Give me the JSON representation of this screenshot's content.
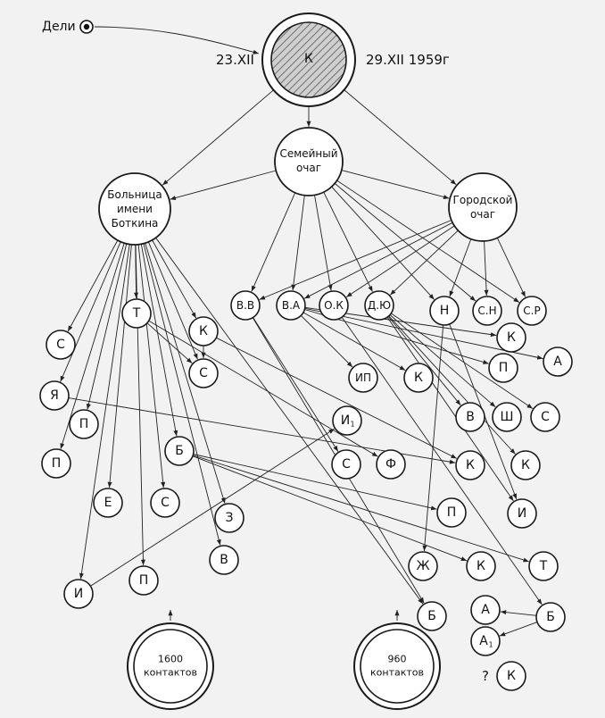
{
  "source_label": "Дели",
  "date_start": "23.XII",
  "date_end": "29.XII 1959г",
  "question_mark": "?",
  "hubs": [
    {
      "id": "k",
      "label": "К"
    },
    {
      "id": "family",
      "lines": [
        "Семейный",
        "очаг"
      ]
    },
    {
      "id": "hospital",
      "lines": [
        "Больница",
        "имени",
        "Боткина"
      ]
    },
    {
      "id": "city",
      "lines": [
        "Городской",
        "очаг"
      ]
    }
  ],
  "contact_totals": [
    {
      "id": "t1600",
      "lines": [
        "1600",
        "контактов"
      ]
    },
    {
      "id": "t960",
      "lines": [
        "960",
        "контактов"
      ]
    }
  ],
  "nodes": [
    {
      "id": "vv",
      "label": "В.В"
    },
    {
      "id": "va",
      "label": "В.А"
    },
    {
      "id": "ok",
      "label": "О.К"
    },
    {
      "id": "dyu",
      "label": "Д.Ю"
    },
    {
      "id": "n",
      "label": "Н"
    },
    {
      "id": "sn",
      "label": "С.Н"
    },
    {
      "id": "sr",
      "label": "С.Р"
    },
    {
      "id": "t",
      "label": "Т"
    },
    {
      "id": "kh",
      "label": "К"
    },
    {
      "id": "s1",
      "label": "С"
    },
    {
      "id": "ya",
      "label": "Я"
    },
    {
      "id": "p1",
      "label": "П"
    },
    {
      "id": "p2",
      "label": "П"
    },
    {
      "id": "s2",
      "label": "С"
    },
    {
      "id": "b1",
      "label": "Б"
    },
    {
      "id": "e",
      "label": "Е"
    },
    {
      "id": "s3",
      "label": "С"
    },
    {
      "id": "z",
      "label": "З"
    },
    {
      "id": "v1",
      "label": "В"
    },
    {
      "id": "p3",
      "label": "П"
    },
    {
      "id": "i1",
      "label": "И"
    },
    {
      "id": "isub",
      "label": "И",
      "sub": "1"
    },
    {
      "id": "s4",
      "label": "С"
    },
    {
      "id": "f",
      "label": "Ф"
    },
    {
      "id": "ip",
      "label": "ИП"
    },
    {
      "id": "k2",
      "label": "К"
    },
    {
      "id": "k3",
      "label": "К"
    },
    {
      "id": "p4",
      "label": "П"
    },
    {
      "id": "a1",
      "label": "А"
    },
    {
      "id": "v2",
      "label": "В"
    },
    {
      "id": "sh",
      "label": "Ш"
    },
    {
      "id": "s5",
      "label": "С"
    },
    {
      "id": "k4",
      "label": "К"
    },
    {
      "id": "k5",
      "label": "К"
    },
    {
      "id": "i2",
      "label": "И"
    },
    {
      "id": "p5",
      "label": "П"
    },
    {
      "id": "t2",
      "label": "Т"
    },
    {
      "id": "zh",
      "label": "Ж"
    },
    {
      "id": "k6",
      "label": "К"
    },
    {
      "id": "b2",
      "label": "Б"
    },
    {
      "id": "a2",
      "label": "А"
    },
    {
      "id": "b3",
      "label": "Б"
    },
    {
      "id": "asub",
      "label": "А",
      "sub": "1"
    },
    {
      "id": "k7",
      "label": "К"
    }
  ],
  "edges": [
    [
      "src",
      "k"
    ],
    [
      "k",
      "family"
    ],
    [
      "k",
      "hospital"
    ],
    [
      "k",
      "city"
    ],
    [
      "family",
      "hospital"
    ],
    [
      "family",
      "city"
    ],
    [
      "family",
      "vv"
    ],
    [
      "family",
      "va"
    ],
    [
      "family",
      "ok"
    ],
    [
      "family",
      "dyu"
    ],
    [
      "family",
      "n"
    ],
    [
      "family",
      "sn"
    ],
    [
      "family",
      "sr"
    ],
    [
      "city",
      "vv"
    ],
    [
      "city",
      "va"
    ],
    [
      "city",
      "ok"
    ],
    [
      "city",
      "dyu"
    ],
    [
      "city",
      "n"
    ],
    [
      "city",
      "sn"
    ],
    [
      "city",
      "sr"
    ],
    [
      "hospital",
      "s1"
    ],
    [
      "hospital",
      "ya"
    ],
    [
      "hospital",
      "p1"
    ],
    [
      "hospital",
      "p2"
    ],
    [
      "hospital",
      "t"
    ],
    [
      "hospital",
      "kh"
    ],
    [
      "hospital",
      "e"
    ],
    [
      "hospital",
      "s2"
    ],
    [
      "hospital",
      "b1"
    ],
    [
      "hospital",
      "s3"
    ],
    [
      "hospital",
      "z"
    ],
    [
      "hospital",
      "v1"
    ],
    [
      "hospital",
      "i1"
    ],
    [
      "hospital",
      "p3"
    ],
    [
      "hospital",
      "b2"
    ],
    [
      "t",
      "f"
    ],
    [
      "t",
      "s2"
    ],
    [
      "kh",
      "k4"
    ],
    [
      "kh",
      "s2"
    ],
    [
      "ya",
      "k4"
    ],
    [
      "b1",
      "p5"
    ],
    [
      "b1",
      "k6"
    ],
    [
      "b1",
      "t2"
    ],
    [
      "i1",
      "isub"
    ],
    [
      "vv",
      "s4"
    ],
    [
      "vv",
      "b2"
    ],
    [
      "va",
      "ip"
    ],
    [
      "va",
      "k2"
    ],
    [
      "va",
      "k3"
    ],
    [
      "va",
      "p4"
    ],
    [
      "va",
      "a1"
    ],
    [
      "ok",
      "b3"
    ],
    [
      "dyu",
      "v2"
    ],
    [
      "dyu",
      "sh"
    ],
    [
      "dyu",
      "s5"
    ],
    [
      "dyu",
      "k5"
    ],
    [
      "dyu",
      "i2"
    ],
    [
      "n",
      "zh"
    ],
    [
      "n",
      "i2"
    ],
    [
      "b3",
      "a2"
    ],
    [
      "b3",
      "asub"
    ]
  ]
}
